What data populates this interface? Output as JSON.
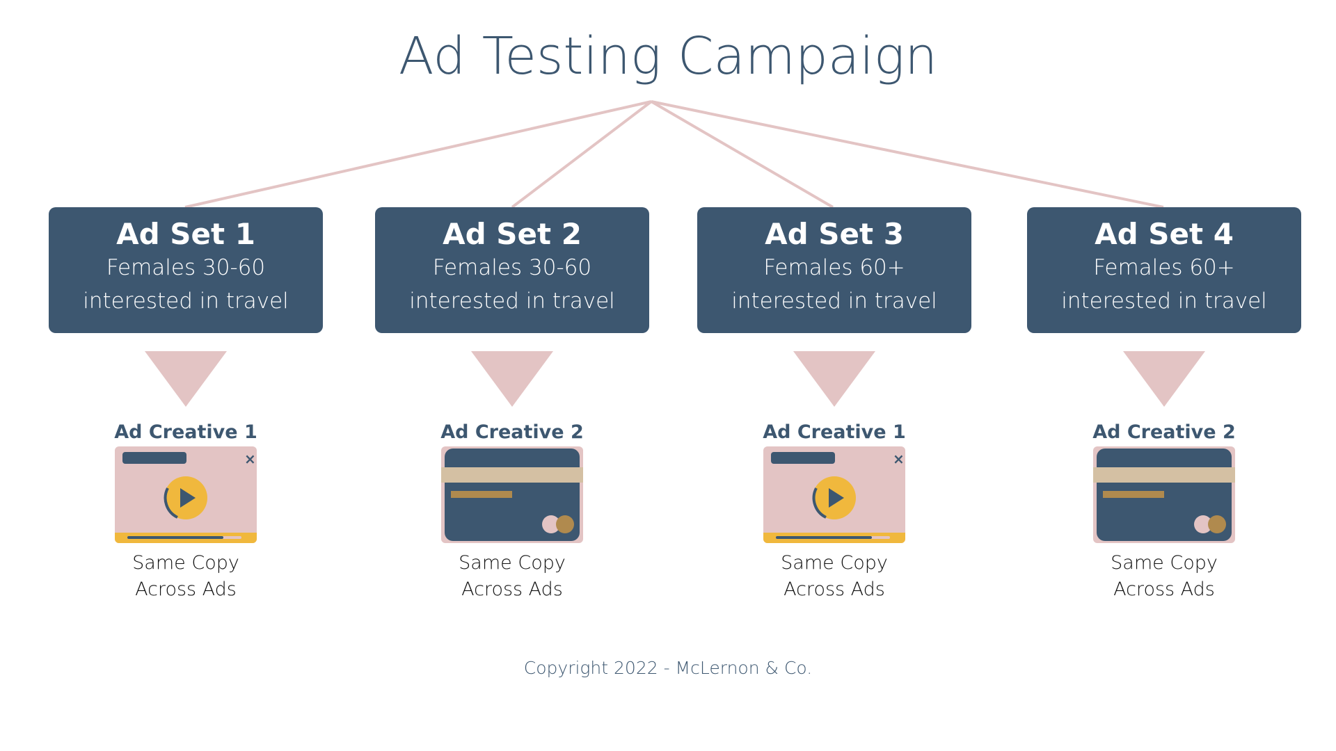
{
  "title": "Ad Testing Campaign",
  "ad_sets": [
    {
      "title": "Ad Set 1",
      "line1": "Females 30-60",
      "line2": "interested in travel",
      "creative": "Ad Creative 1",
      "creative_type": "video",
      "copy1": "Same Copy",
      "copy2": "Across Ads"
    },
    {
      "title": "Ad Set 2",
      "line1": "Females 30-60",
      "line2": "interested in travel",
      "creative": "Ad Creative 2",
      "creative_type": "card",
      "copy1": "Same Copy",
      "copy2": "Across Ads"
    },
    {
      "title": "Ad Set 3",
      "line1": "Females 60+",
      "line2": "interested in travel",
      "creative": "Ad Creative 1",
      "creative_type": "video",
      "copy1": "Same Copy",
      "copy2": "Across Ads"
    },
    {
      "title": "Ad Set 4",
      "line1": "Females 60+",
      "line2": "interested in travel",
      "creative": "Ad Creative 2",
      "creative_type": "card",
      "copy1": "Same Copy",
      "copy2": "Across Ads"
    }
  ],
  "footer": "Copyright 2022 - McLernon & Co.",
  "colors": {
    "navy": "#3d5770",
    "pink": "#e3c4c4",
    "yellow": "#f0b83d",
    "tan": "#d4c0a3",
    "gold": "#b08a4e"
  }
}
